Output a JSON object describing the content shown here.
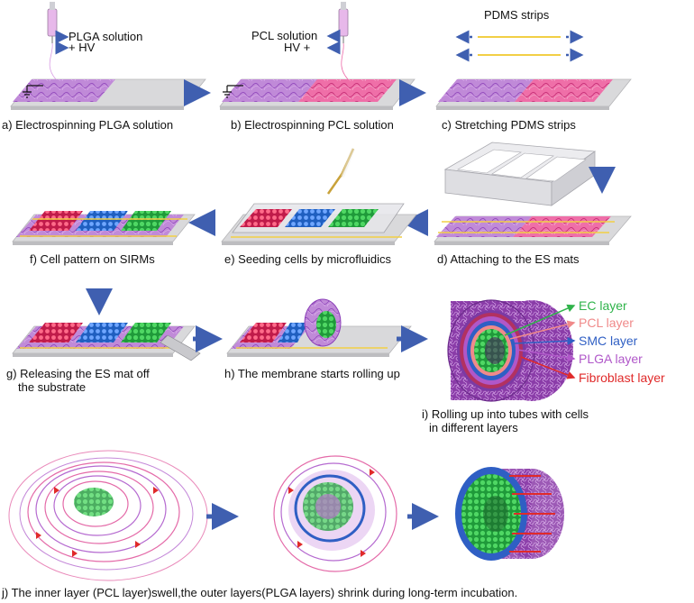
{
  "colors": {
    "arrow": "#3f5fb0",
    "mat_purple": "#b87fd6",
    "mat_pink": "#ec5a9c",
    "substrate": "#d9d9db",
    "ec": "#2fb34a",
    "pcl": "#f08a8a",
    "smc": "#2f5fc4",
    "plga": "#b057c9",
    "fibroblast": "#e02a2a",
    "cell_red": "#e8505c",
    "cell_blue": "#3f7fe0",
    "cell_green": "#33c24a",
    "pdms": "#f2cf45"
  },
  "steps": {
    "a": {
      "caption": "a) Electrospinning PLGA solution",
      "solution": "PLGA solution",
      "hv": "+ HV"
    },
    "b": {
      "caption": "b) Electrospinning PCL solution",
      "solution": "PCL solution",
      "hv": "HV +"
    },
    "c": {
      "caption": "c) Stretching PDMS strips",
      "strips": "PDMS strips"
    },
    "d": {
      "caption": "d) Attaching to the ES mats"
    },
    "e": {
      "caption": "e) Seeding cells by microfluidics"
    },
    "f": {
      "caption": "f) Cell pattern on SIRMs"
    },
    "g": {
      "caption_line1": "g) Releasing the ES mat off",
      "caption_line2": "the substrate"
    },
    "h": {
      "caption": "h) The membrane starts rolling up"
    },
    "i": {
      "caption_line1": "i) Rolling up into tubes with cells",
      "caption_line2": "in different layers"
    },
    "j": {
      "caption": "j) The inner layer (PCL layer)swell,the outer layers(PLGA layers) shrink during long-term incubation."
    }
  },
  "tube_layers": [
    {
      "name": "EC layer",
      "color": "#2fb34a"
    },
    {
      "name": "PCL layer",
      "color": "#f08a8a"
    },
    {
      "name": "SMC layer",
      "color": "#2f5fc4"
    },
    {
      "name": "PLGA layer",
      "color": "#b057c9"
    },
    {
      "name": "Fibroblast layer",
      "color": "#e02a2a"
    }
  ]
}
